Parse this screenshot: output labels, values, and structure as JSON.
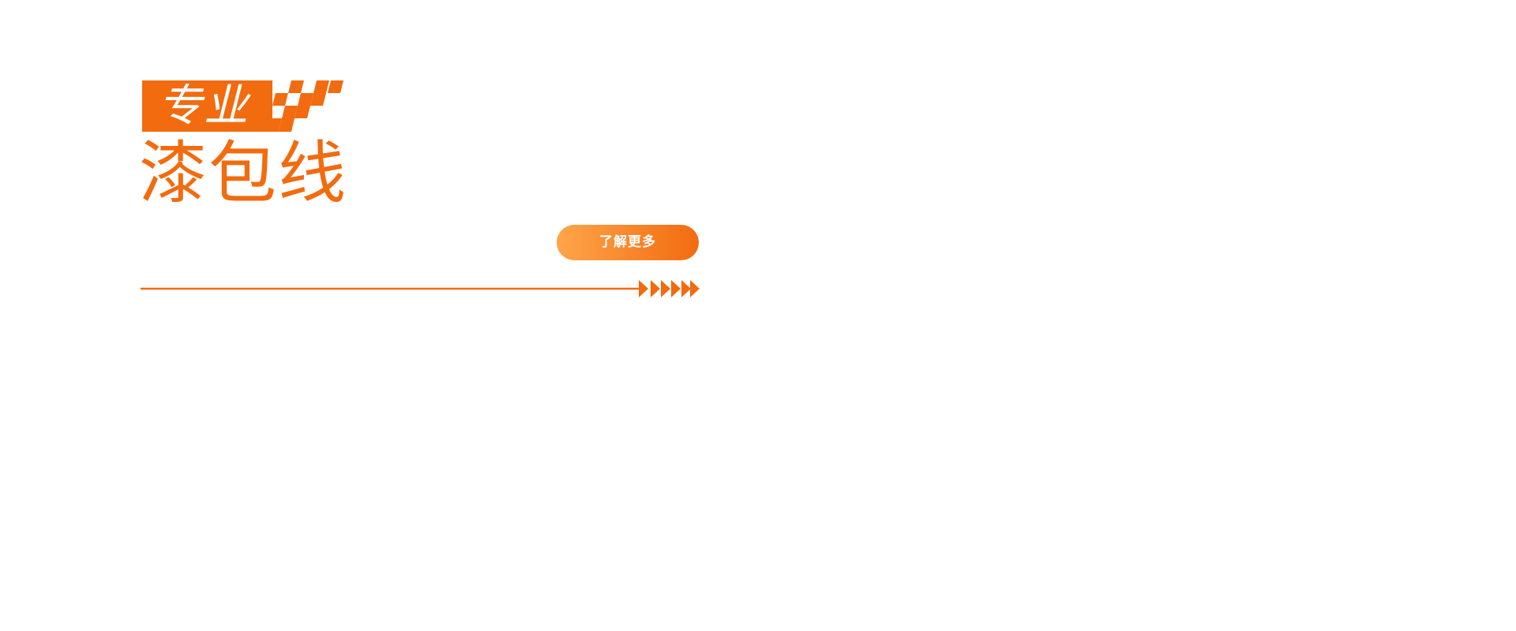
{
  "badge": {
    "label": "专业"
  },
  "headline": {
    "text": "漆包线"
  },
  "cta": {
    "label": "了解更多"
  },
  "colors": {
    "accent": "#f26b0f",
    "accent_light": "#ffa54a",
    "background": "#ffffff",
    "text_on_accent": "#ffffff"
  },
  "icons": {
    "checker": "checkered-flag-icon",
    "arrows": "arrow-right-icon"
  }
}
